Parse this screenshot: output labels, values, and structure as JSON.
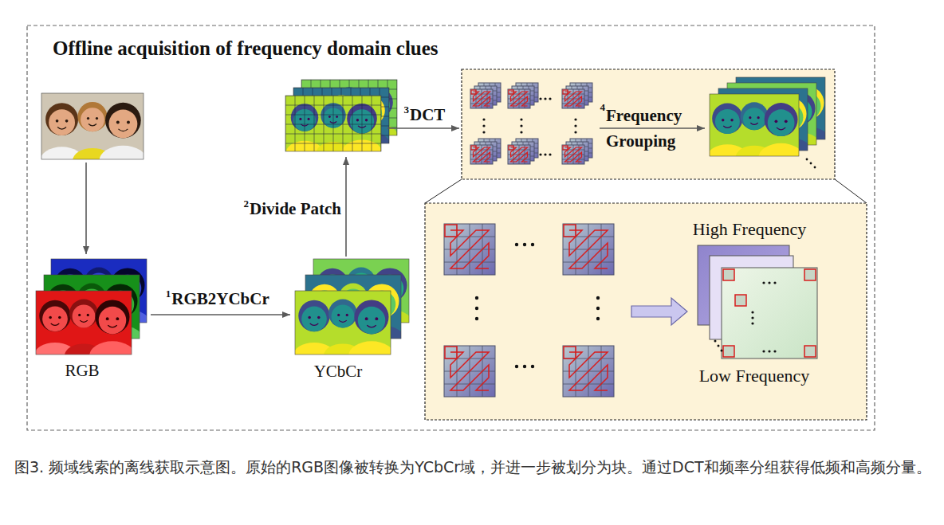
{
  "diagram": {
    "title": "Offline acquisition of frequency domain clues",
    "caption": "图3. 频域线索的离线获取示意图。原始的RGB图像被转换为YCbCr域，并进一步被划分为块。通过DCT和频率分组获得低频和高频分量。",
    "nodes": [
      {
        "text": [
          "RGB"
        ]
      },
      {
        "text": [
          "YCbCr"
        ]
      },
      {
        "text": [
          "High Frequency",
          "Low Frequency"
        ]
      }
    ],
    "edges": [
      {
        "from": 0,
        "to": 1,
        "arrow": "to",
        "label": "RGB2YCbCr"
      }
    ],
    "labels": [
      "1",
      "2",
      "Divide Patch",
      "3",
      "DCT",
      "4",
      "Frequency Grouping"
    ]
  }
}
